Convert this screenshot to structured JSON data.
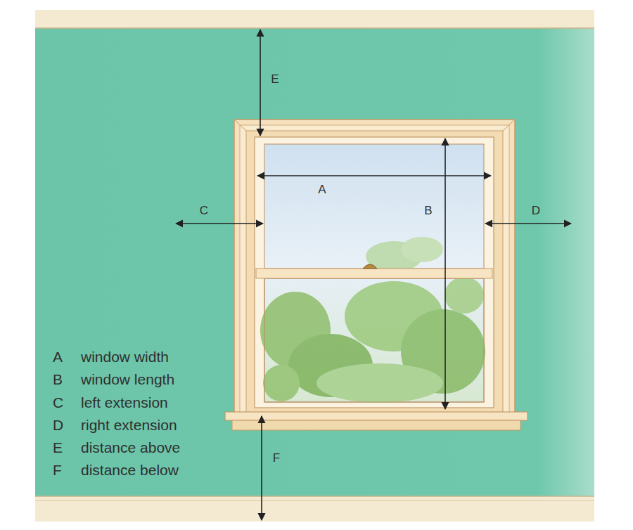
{
  "diagram": {
    "labels": [
      "A",
      "B",
      "C",
      "D",
      "E",
      "F",
      "A",
      "window width",
      "B",
      "window length",
      "C",
      "left extension",
      "D",
      "right extension",
      "E",
      "distance above",
      "F",
      "distance below"
    ]
  }
}
